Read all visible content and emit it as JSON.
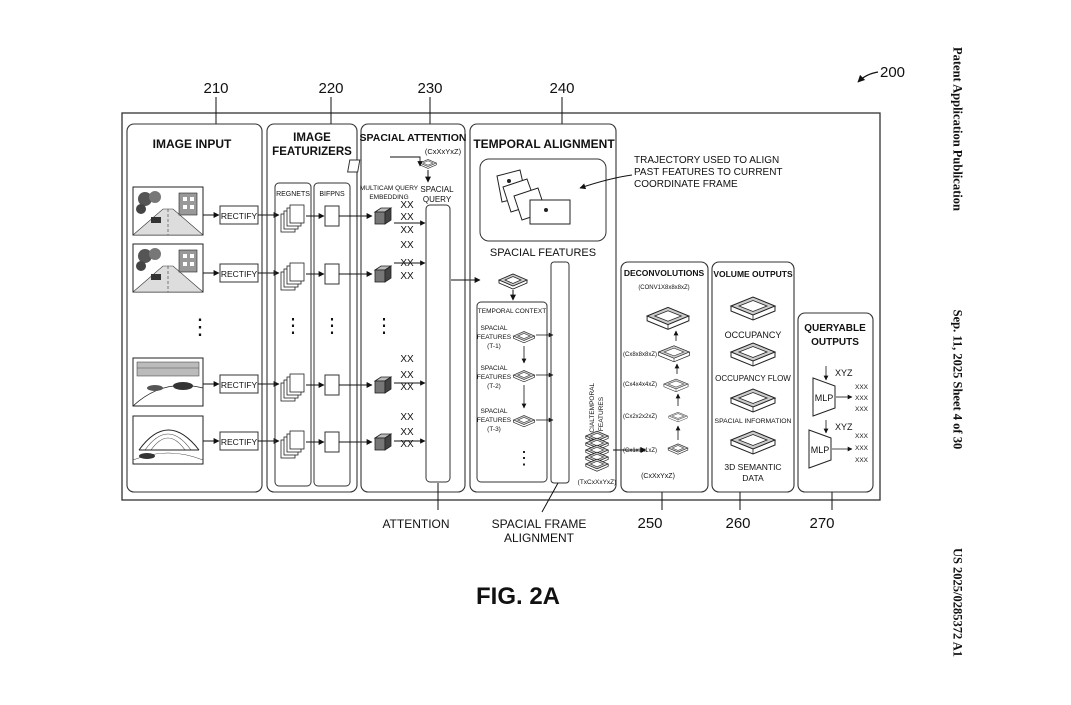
{
  "header": {
    "publication": "Patent Application Publication",
    "date_sheet": "Sep. 11, 2025   Sheet 4 of 30",
    "doc_number": "US 2025/0285372 A1"
  },
  "figure": {
    "caption": "FIG. 2A",
    "ref": "200",
    "refs": {
      "r210": "210",
      "r220": "220",
      "r230": "230",
      "r240": "240",
      "r250": "250",
      "r260": "260",
      "r270": "270"
    },
    "sections": {
      "image_input": "IMAGE INPUT",
      "featurizers_1": "IMAGE",
      "featurizers_2": "FEATURIZERS",
      "spacial_attention": "SPACIAL ATTENTION",
      "temporal_alignment": "TEMPORAL ALIGNMENT",
      "deconvolutions": "DECONVOLUTIONS",
      "volume_outputs": "VOLUME OUTPUTS",
      "queryable_1": "QUERYABLE",
      "queryable_2": "OUTPUTS"
    },
    "labels": {
      "rectify": "RECTIFY",
      "regnets": "REGNETS",
      "bifpns": "BIFPNS",
      "mq_embed_1": "MULTICAM QUERY",
      "mq_embed_2": "EMBEDDING",
      "cxyz": "(CxXxYxZ)",
      "spacial_query_1": "SPACIAL",
      "spacial_query_2": "QUERY",
      "xx": "XX",
      "trajectory_1": "TRAJECTORY USED TO ALIGN",
      "trajectory_2": "PAST FEATURES TO CURRENT",
      "trajectory_3": "COORDINATE FRAME",
      "spacial_features": "SPACIAL FEATURES",
      "temporal_context": "TEMPORAL CONTEXT",
      "sf_1": "SPACIAL",
      "sf_2": "FEATURES",
      "t1": "(T-1)",
      "t2": "(T-2)",
      "t3": "(T-3)",
      "spatiotemporal_1": "SPACIALTEMPORAL",
      "spatiotemporal_2": "FEATURES",
      "txcxyz": "(TxCxXxYxZ)",
      "deconv_top": "(CONV1X8x8x8xZ)",
      "deconv_1": "(Cx8x8x8xZ)",
      "deconv_2": "(Cx4x4x4xZ)",
      "deconv_3": "(Cx2x2x2xZ)",
      "deconv_4": "(Cx1x1x1xZ)",
      "deconv_bottom": "(CxXxYxZ)",
      "occupancy": "OCCUPANCY",
      "occupancy_flow": "OCCUPANCY FLOW",
      "spacial_information": "SPACIAL INFORMATION",
      "semantic_1": "3D SEMANTIC",
      "semantic_2": "DATA",
      "mlp": "MLP",
      "xyz": "XYZ",
      "xxx": "XXX",
      "attention": "ATTENTION",
      "sfa_1": "SPACIAL FRAME",
      "sfa_2": "ALIGNMENT",
      "ellipsis": "⋮"
    }
  }
}
